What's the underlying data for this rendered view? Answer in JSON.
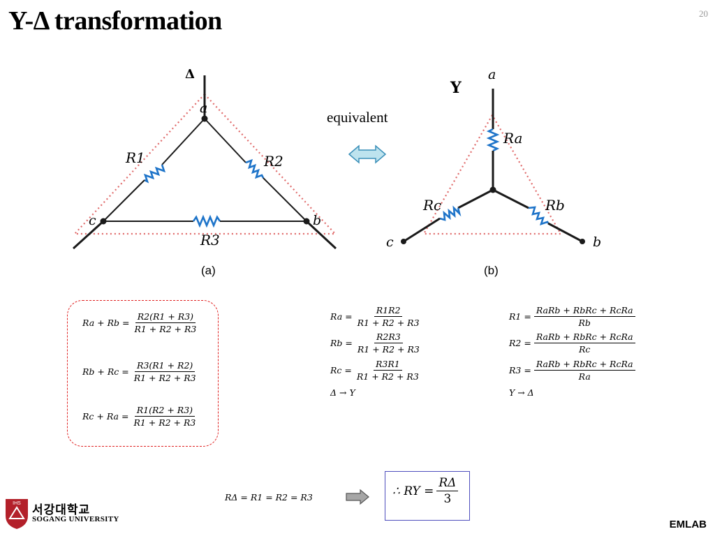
{
  "slide": {
    "title": "Y-Δ transformation",
    "page_number": "20",
    "footer": "EMLAB"
  },
  "logo": {
    "korean": "서강대학교",
    "english": "SOGANG UNIVERSITY",
    "shield_text": "IHS"
  },
  "diagram_a": {
    "symbol": "Δ",
    "caption": "(a)",
    "nodes": {
      "a": "a",
      "b": "b",
      "c": "c"
    },
    "resistors": {
      "r1": "R1",
      "r2": "R2",
      "r3": "R3"
    }
  },
  "diagram_b": {
    "symbol": "Y",
    "caption": "(b)",
    "nodes": {
      "a": "a",
      "b": "b",
      "c": "c"
    },
    "resistors": {
      "ra": "Ra",
      "rb": "Rb",
      "rc": "Rc"
    }
  },
  "equivalent_label": "equivalent",
  "colors": {
    "wire": "#1a1a1a",
    "resistor": "#1e74c9",
    "dotted_outline": "#e06a6a",
    "arrow_fill": "#bde3ee",
    "arrow_stroke": "#3a8fb8",
    "red_box": "#e02020",
    "blue_box": "#4d4dbd"
  },
  "icons": {
    "double_arrow": "double-arrow-icon",
    "right_arrow": "right-arrow-icon",
    "resistor": "zigzag-resistor-icon"
  },
  "sum_equations": [
    {
      "lhs": "Ra + Rb =",
      "num": "R2(R1 + R3)",
      "den": "R1 + R2 + R3"
    },
    {
      "lhs": "Rb + Rc =",
      "num": "R3(R1 + R2)",
      "den": "R1 + R2 + R3"
    },
    {
      "lhs": "Rc + Ra =",
      "num": "R1(R2 + R3)",
      "den": "R1 + R2 + R3"
    }
  ],
  "delta_to_y": {
    "equations": [
      {
        "lhs": "Ra =",
        "num": "R1R2",
        "den": "R1 + R2 + R3"
      },
      {
        "lhs": "Rb =",
        "num": "R2R3",
        "den": "R1 + R2 + R3"
      },
      {
        "lhs": "Rc =",
        "num": "R3R1",
        "den": "R1 + R2 + R3"
      }
    ],
    "label": "Δ → Y"
  },
  "y_to_delta": {
    "equations": [
      {
        "lhs": "R1 =",
        "num": "RaRb + RbRc + RcRa",
        "den": "Rb"
      },
      {
        "lhs": "R2 =",
        "num": "RaRb + RbRc + RcRa",
        "den": "Rc"
      },
      {
        "lhs": "R3 =",
        "num": "RaRb + RbRc + RcRa",
        "den": "Ra"
      }
    ],
    "label": "Y → Δ"
  },
  "bottom": {
    "condition": "RΔ = R1 = R2 = R3",
    "result_lhs": "∴ RY =",
    "result_num": "RΔ",
    "result_den": "3"
  }
}
